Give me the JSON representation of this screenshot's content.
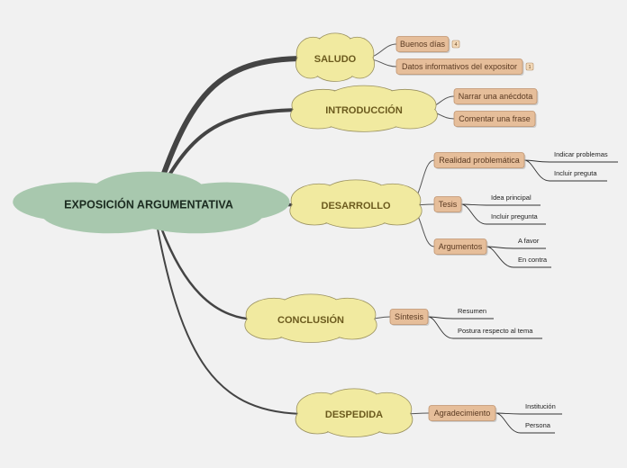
{
  "root": {
    "label": "EXPOSICIÓN ARGUMENTATIVA"
  },
  "colors": {
    "background": "#f1f1f1",
    "root_fill": "#a8c8ae",
    "cloud_fill": "#f1eaa0",
    "box_fill": "#e6be9a",
    "box_stroke": "#c09470",
    "branch_line": "#444444"
  },
  "branches": [
    {
      "label": "SALUDO",
      "items": [
        {
          "label": "Buenos días",
          "badge": "4",
          "leaves": []
        },
        {
          "label": "Datos informativos del expositor",
          "badge": "1",
          "leaves": []
        }
      ]
    },
    {
      "label": "INTRODUCCIÓN",
      "items": [
        {
          "label": "Narrar una anécdota",
          "leaves": []
        },
        {
          "label": "Comentar una frase",
          "leaves": []
        }
      ]
    },
    {
      "label": "DESARROLLO",
      "items": [
        {
          "label": "Realidad problemática",
          "leaves": [
            "Indicar problemas",
            "Incluir preguta"
          ]
        },
        {
          "label": "Tesis",
          "leaves": [
            "Idea principal",
            "Incluir pregunta"
          ]
        },
        {
          "label": "Argumentos",
          "leaves": [
            "A favor",
            "En contra"
          ]
        }
      ]
    },
    {
      "label": "CONCLUSIÓN",
      "items": [
        {
          "label": "Síntesis",
          "leaves": [
            "Resumen",
            "Postura respecto al tema"
          ]
        }
      ]
    },
    {
      "label": "DESPEDIDA",
      "items": [
        {
          "label": "Agradecimiento",
          "leaves": [
            "Institución",
            "Persona"
          ]
        }
      ]
    }
  ]
}
